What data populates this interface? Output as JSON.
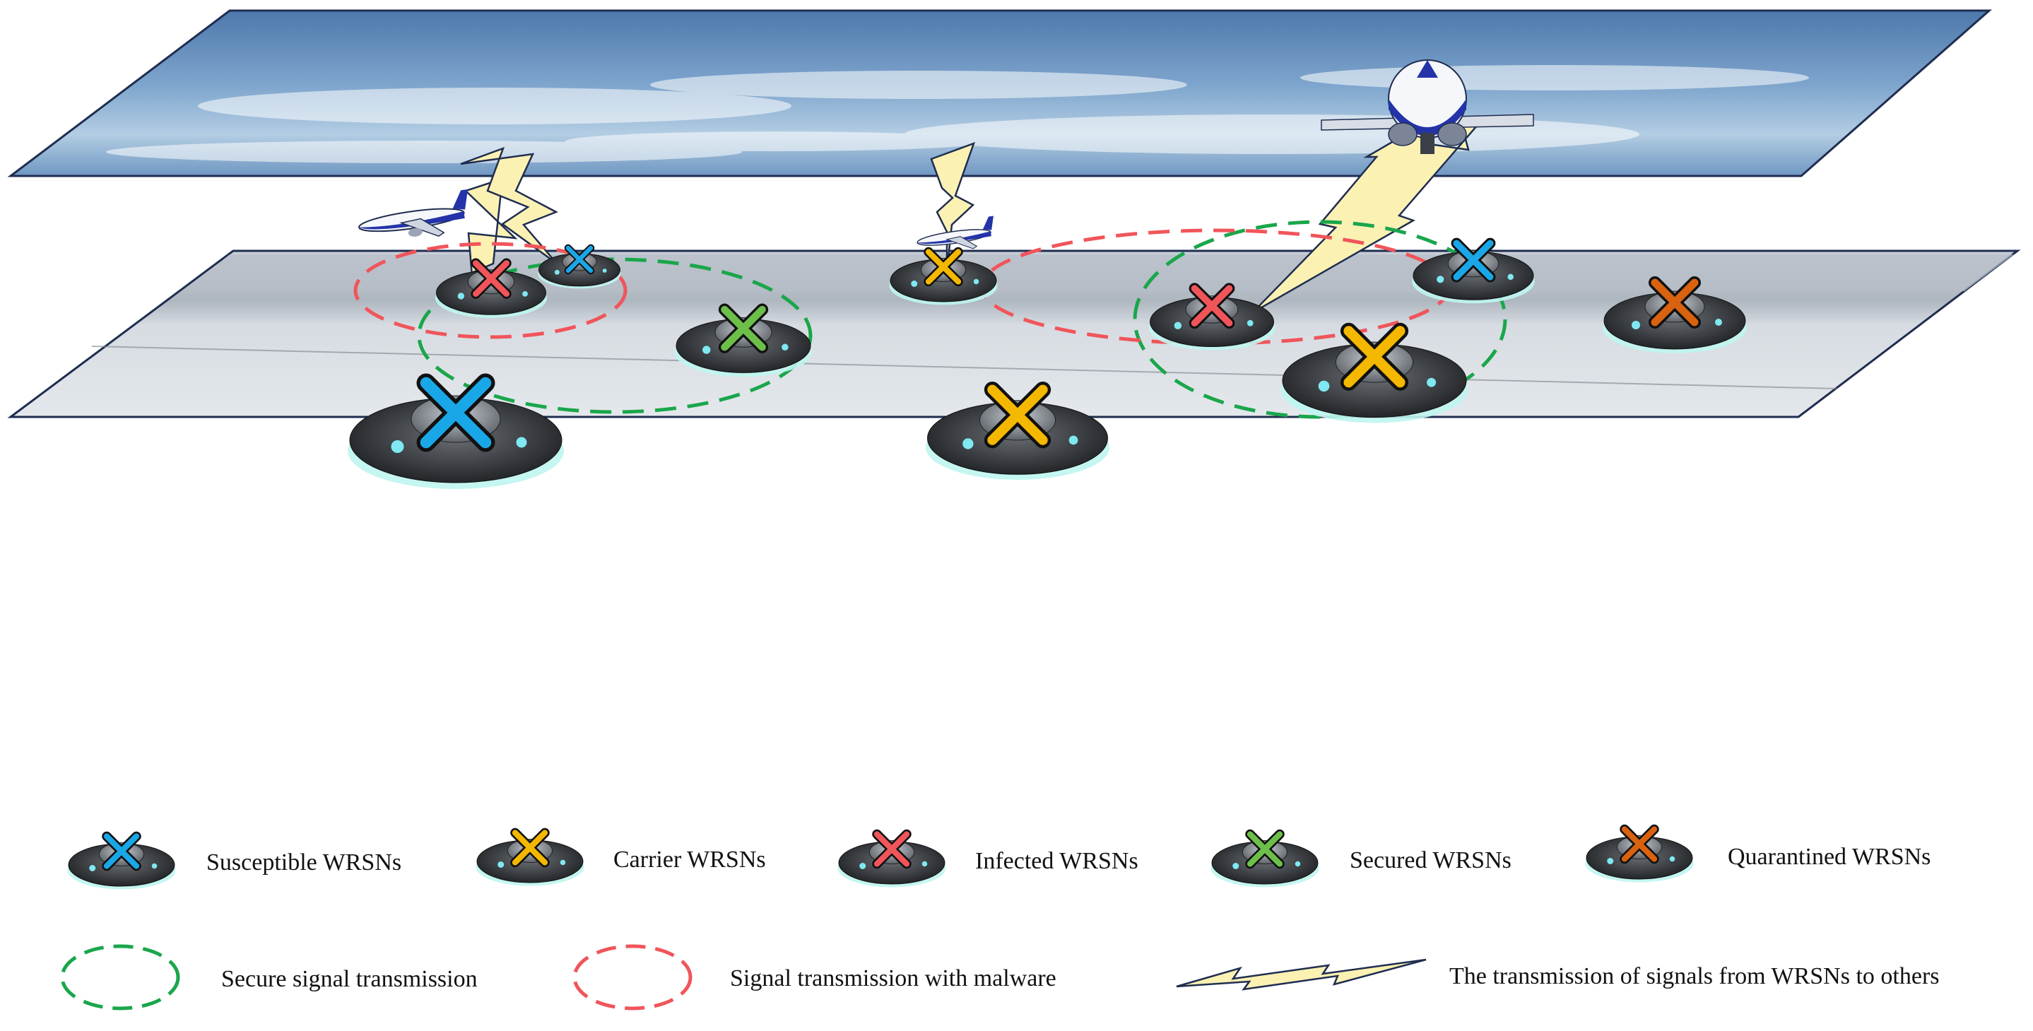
{
  "legend": {
    "susceptible": "Susceptible WRSNs",
    "carrier": "Carrier WRSNs",
    "infected": "Infected WRSNs",
    "secured": "Secured WRSNs",
    "quarantined": "Quarantined WRSNs",
    "secure_signal": "Secure signal transmission",
    "malware_signal": "Signal transmission with malware",
    "transmission": "The transmission of signals from WRSNs to others"
  },
  "colors": {
    "susceptible": "#1aa7e8",
    "carrier": "#f5b800",
    "infected": "#f0555a",
    "secured": "#6cc04a",
    "quarantined": "#d8620f",
    "secure_ring": "#1aa64b",
    "malware_ring": "#f0555a",
    "bolt_fill": "#fbf1b3",
    "plane_edge": "#1f2d50"
  }
}
